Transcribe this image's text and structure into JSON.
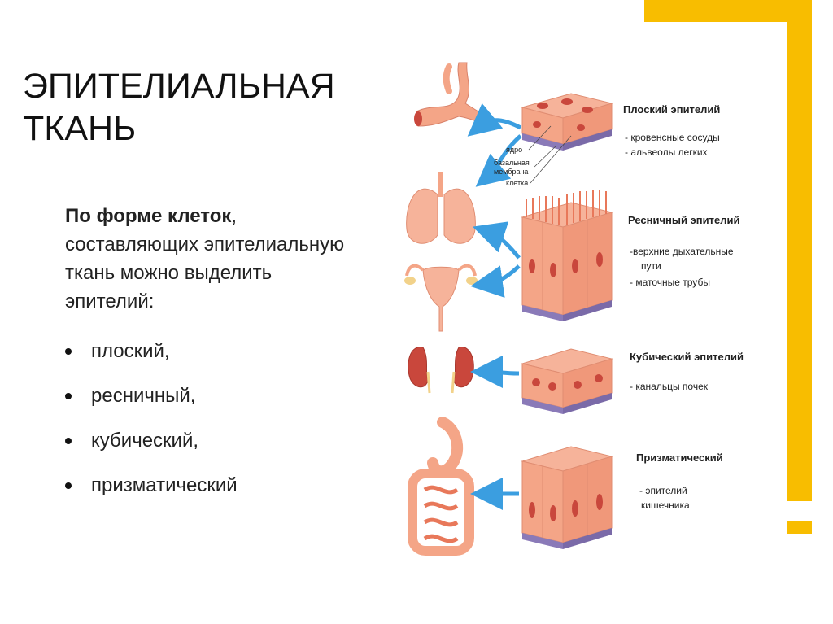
{
  "slide": {
    "title_line1": "ЭПИТЕЛИАЛЬНАЯ",
    "title_line2": "ТКАНЬ",
    "intro_bold": "По форме клеток",
    "intro_rest": ", составляющих эпителиальную ткань можно выделить эпителий:",
    "bullets": [
      "плоский,",
      "ресничный,",
      "кубический,",
      "призматический"
    ]
  },
  "figure": {
    "sections": [
      {
        "title": "Плоский эпителий",
        "items": [
          "- кровенсные сосуды",
          "- альвеолы легких"
        ]
      },
      {
        "title": "Ресничный эпителий",
        "items": [
          "-верхние дыхательные",
          "пути",
          "- маточные трубы"
        ]
      },
      {
        "title": "Кубический эпителий",
        "items": [
          "- канальцы почек"
        ]
      },
      {
        "title": "Призматический",
        "items": [
          "- эпителий",
          "кишечника"
        ]
      }
    ],
    "callouts": [
      "ядро",
      "базальная",
      "мембрана",
      "клетка"
    ]
  },
  "colors": {
    "accent": "#f8bd00",
    "tissue": "#f4a587",
    "nucleus": "#c9473c",
    "arrow": "#3b9ee0",
    "membrane": "#8a7ab8"
  }
}
